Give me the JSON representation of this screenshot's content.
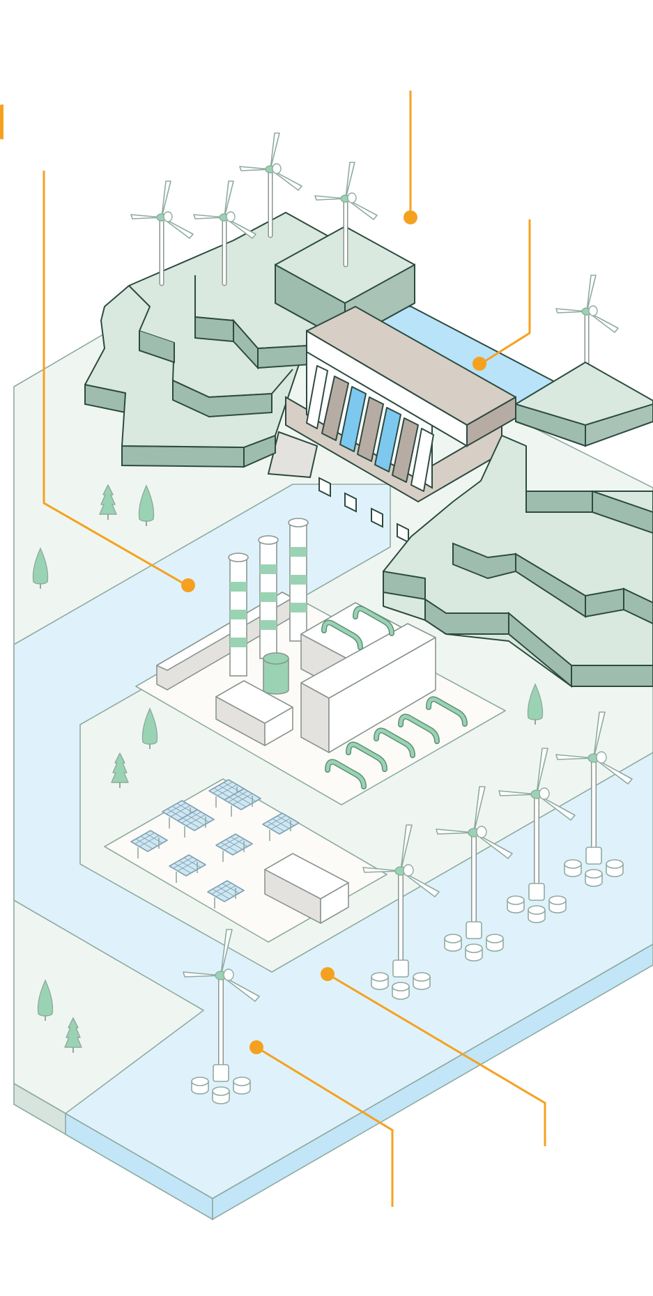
{
  "colors": {
    "accent": "#f5a11f",
    "hill_top": "#d9e9df",
    "hill_side": "#9fbdaf",
    "outline": "#2c4a3f",
    "water": "#dff2fb",
    "water_edge": "#c2e6f8",
    "reservoir": "#b8e3f8",
    "land": "#eff6f1",
    "plant_pad": "#fdfbf8",
    "building": "#ffffff",
    "building_side": "#e4e2df",
    "green_equip": "#9ad3b3",
    "solar": "#cfe6f3",
    "dam_top": "#d7cec6"
  },
  "illustration": {
    "elements": [
      "hydroelectric-dam",
      "onshore-wind-farm",
      "thermal-power-plant",
      "solar-farm",
      "offshore-wind-turbines",
      "river"
    ],
    "callouts": 6
  }
}
